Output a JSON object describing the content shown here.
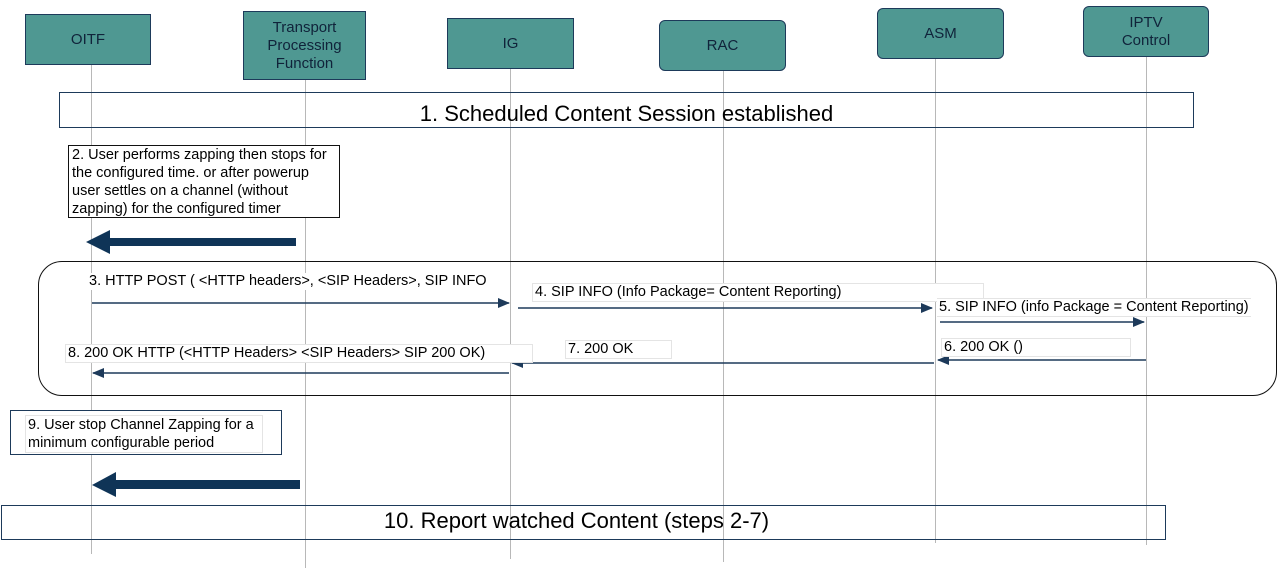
{
  "entities": [
    {
      "id": "oitf",
      "label": "OITF"
    },
    {
      "id": "tpf",
      "label": "Transport\nProcessing\nFunction"
    },
    {
      "id": "ig",
      "label": "IG"
    },
    {
      "id": "rac",
      "label": "RAC"
    },
    {
      "id": "asm",
      "label": "ASM"
    },
    {
      "id": "iptv",
      "label": "IPTV\nControl"
    }
  ],
  "banners": {
    "step1": "1. Scheduled Content Session established",
    "step10": "10. Report watched Content (steps 2-7)"
  },
  "notes": {
    "step2": "2. User performs zapping then stops for the configured time. or after powerup user  settles on a channel (without zapping) for the configured timer",
    "step9": "9. User stop Channel Zapping for a minimum configurable period"
  },
  "messages": {
    "m3": "3. HTTP POST ( <HTTP headers>, <SIP Headers>, SIP INFO",
    "m4": "4. SIP INFO (Info Package= Content Reporting)",
    "m5": "5. SIP INFO (info Package = Content Reporting)",
    "m6": "6. 200 OK ()",
    "m7": "7. 200 OK",
    "m8": "8. 200 OK HTTP (<HTTP Headers> <SIP Headers> SIP 200 OK)"
  },
  "colors": {
    "entity_fill": "#4f9892",
    "border": "#1d3a5a",
    "arrow": "#1d3a5a",
    "thick_arrow": "#0f3457",
    "lifeline": "#b8b8b8"
  }
}
